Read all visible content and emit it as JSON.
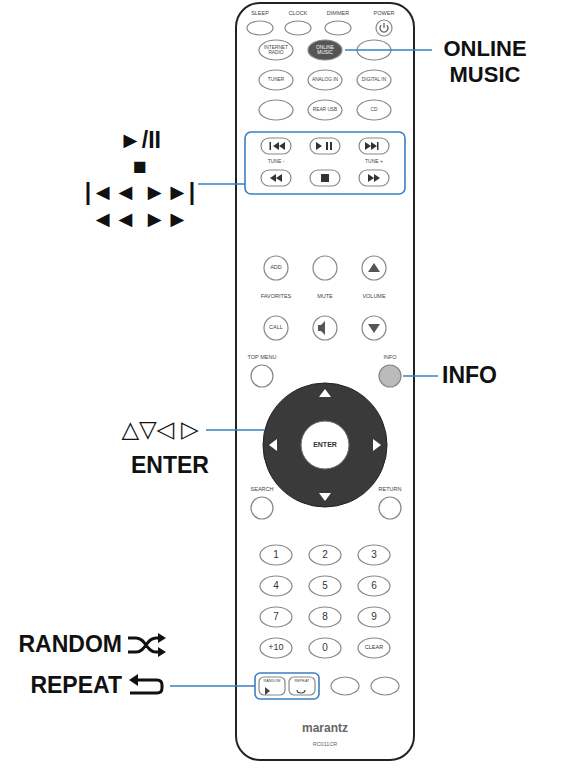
{
  "diagram": {
    "labels": [
      "ONLINE MUSIC",
      "►/II",
      "■",
      "|◄◄ ►►|",
      "◄◄ ►►",
      "INFO",
      "△▽◁ ▷",
      "ENTER",
      "RANDOM",
      "REPEAT",
      "SLEEP",
      "CLOCK",
      "DIMMER",
      "POWER",
      "INTERNET RADIO",
      "ONLINE MUSIC",
      "TUNER",
      "ANALOG IN",
      "DIGITAL IN",
      "REAR USB",
      "CD",
      "TUNE -",
      "TUNE +",
      "ADD",
      "FAVORITES",
      "MUTE",
      "VOLUME",
      "CALL",
      "TOP MENU",
      "INFO",
      "ENTER",
      "SEARCH",
      "RETURN",
      "1",
      "2",
      "3",
      "4",
      "5",
      "6",
      "7",
      "8",
      "9",
      "+10",
      "0",
      "CLEAR",
      "RANDOM",
      "REPEAT",
      "marantz",
      "RC011CR"
    ]
  }
}
